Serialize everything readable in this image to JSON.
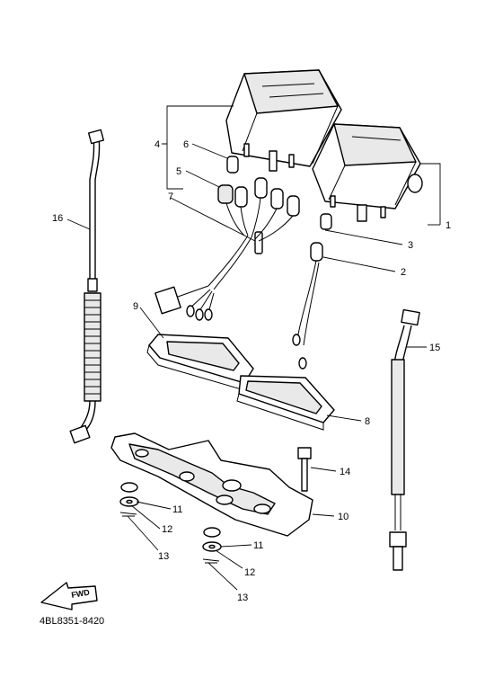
{
  "diagram": {
    "catalog_code": "4BL8351-8420",
    "fwd_label": "FWD",
    "callouts": {
      "c1": "1",
      "c2": "2",
      "c3": "3",
      "c4": "4",
      "c5": "5",
      "c6": "6",
      "c7": "7",
      "c8": "8",
      "c9": "9",
      "c10": "10",
      "c11a": "11",
      "c11b": "11",
      "c12a": "12",
      "c12b": "12",
      "c13a": "13",
      "c13b": "13",
      "c14": "14",
      "c15": "15",
      "c16": "16"
    }
  }
}
